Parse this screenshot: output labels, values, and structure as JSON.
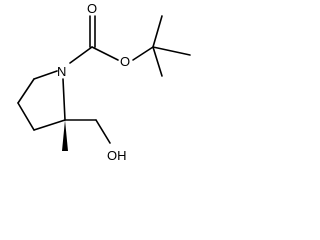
{
  "molecule": {
    "atoms": {
      "nitrogen": "N",
      "carbonyl_oxygen": "O",
      "ester_oxygen": "O",
      "hydroxyl": "OH"
    }
  }
}
